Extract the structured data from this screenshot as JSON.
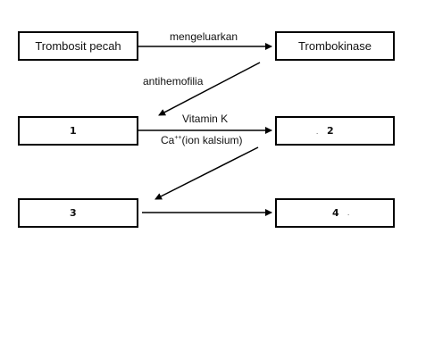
{
  "nodes": {
    "trombosit_pecah": "Trombosit pecah",
    "trombokinase": "Trombokinase",
    "blank_1": "1",
    "blank_2": "2",
    "blank_3": "3",
    "blank_4": "4"
  },
  "edges": {
    "mengeluarkan": "mengeluarkan",
    "antihemofilia": "antihemofilia",
    "vitamin_k": "Vitamin K",
    "ca_prefix": "Ca",
    "ca_superscript": "++",
    "ca_suffix": "(ion kalsium)"
  }
}
